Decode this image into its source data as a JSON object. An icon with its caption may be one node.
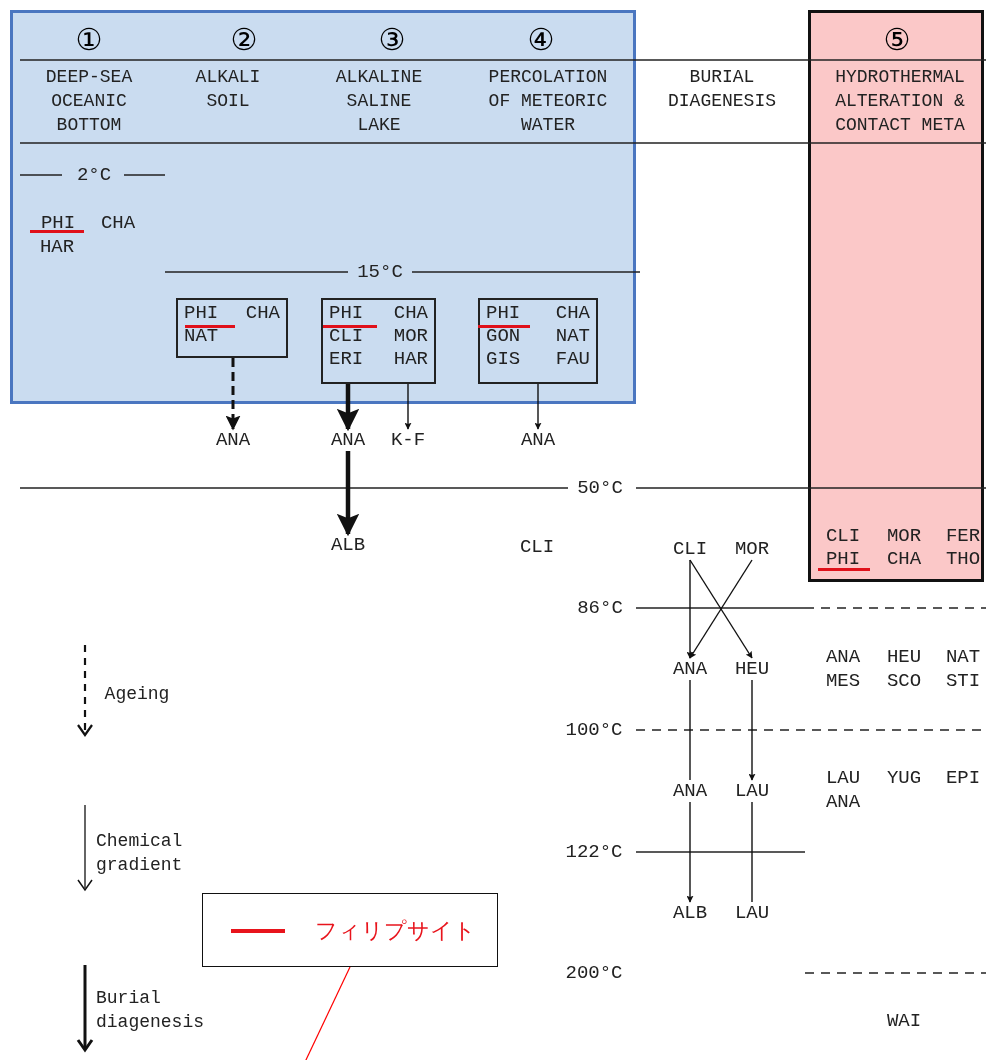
{
  "diagram": {
    "nodes": [
      {
        "text": [],
        "shape": "box"
      },
      {
        "text": [],
        "shape": "box"
      },
      {
        "text": [
          "PHI",
          "CHA",
          "NAT"
        ],
        "in": 0
      },
      {
        "text": [
          "PHI",
          "CHA",
          "CLI",
          "MOR",
          "ERI",
          "HAR"
        ],
        "in": 0
      },
      {
        "text": [
          "PHI",
          "CHA",
          "GON",
          "NAT",
          "GIS",
          "FAU"
        ],
        "in": 0
      },
      {
        "text": [
          "ANA"
        ]
      },
      {
        "text": [
          "ANA"
        ]
      },
      {
        "text": [
          "K-F"
        ]
      },
      {
        "text": [
          "ANA"
        ]
      },
      {
        "text": [
          "ALB"
        ]
      },
      {
        "text": [
          "CLI"
        ]
      },
      {
        "text": [
          "CLI"
        ]
      },
      {
        "text": [
          "MOR"
        ]
      },
      {
        "text": [
          "ANA"
        ]
      },
      {
        "text": [
          "HEU"
        ]
      },
      {
        "text": [
          "ANA"
        ]
      },
      {
        "text": [
          "LAU"
        ]
      },
      {
        "text": [
          "ALB"
        ]
      },
      {
        "text": [
          "LAU"
        ]
      },
      {
        "text": [
          "フィリプサイト"
        ]
      }
    ],
    "edges": [
      {
        "from": 2,
        "to": 5,
        "arrow": "to",
        "style": "dashed"
      },
      {
        "from": 3,
        "to": 6,
        "arrow": "to",
        "style": "thick"
      },
      {
        "from": 3,
        "to": 7,
        "arrow": "to"
      },
      {
        "from": 4,
        "to": 8,
        "arrow": "to"
      },
      {
        "from": 6,
        "to": 9,
        "arrow": "to",
        "style": "thick"
      },
      {
        "from": 11,
        "to": 13,
        "arrow": "to"
      },
      {
        "from": 11,
        "to": 14,
        "arrow": "to"
      },
      {
        "from": 12,
        "to": 13,
        "arrow": "to"
      },
      {
        "from": 13,
        "to": 15,
        "arrow": "none"
      },
      {
        "from": 14,
        "to": 16,
        "arrow": "to"
      },
      {
        "from": 15,
        "to": 17,
        "arrow": "to"
      },
      {
        "from": 16,
        "to": 18,
        "arrow": "none"
      },
      {
        "from": 19,
        "to": null,
        "arrow": "none",
        "color": "#ff0000"
      }
    ],
    "labels": [
      "①",
      "DEEP-SEA OCEANIC BOTTOM",
      "②",
      "ALKALI SOIL",
      "③",
      "ALKALINE SALINE LAKE",
      "④",
      "PERCOLATION OF METEORIC WATER",
      "BURIAL DIAGENESIS",
      "⑤",
      "HYDROTHERMAL ALTERATION & CONTACT META",
      "2°C",
      "PHI",
      "CHA",
      "HAR",
      "15°C",
      "50°C",
      "CLI",
      "MOR",
      "FER",
      "PHI",
      "CHA",
      "THO",
      "86°C",
      "Ageing",
      "ANA",
      "HEU",
      "NAT",
      "MES",
      "SCO",
      "STI",
      "100°C",
      "LAU",
      "YUG",
      "EPI",
      "ANA",
      "Chemical gradient",
      "122°C",
      "200°C",
      "Burial diagenesis",
      "WAI"
    ]
  }
}
